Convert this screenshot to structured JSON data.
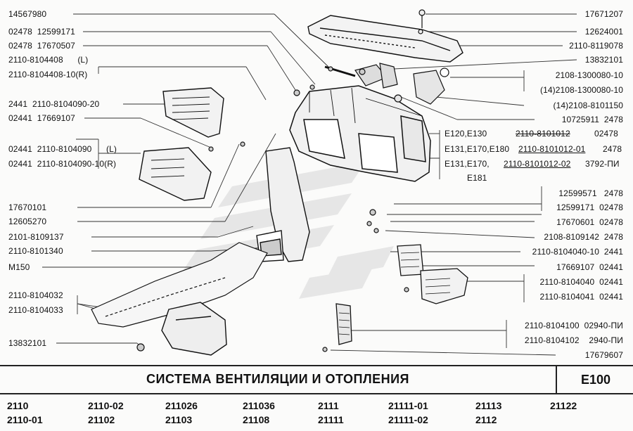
{
  "title": "СИСТЕМА ВЕНТИЛЯЦИИ И ОТОПЛЕНИЯ",
  "section_code": "E100",
  "models": [
    [
      "2110",
      "2110-01"
    ],
    [
      "2110-02",
      "21102"
    ],
    [
      "211026",
      "21103"
    ],
    [
      "211036",
      "21108"
    ],
    [
      "2111",
      "21111"
    ],
    [
      "21111-01",
      "21111-02"
    ],
    [
      "21113",
      "2112"
    ],
    [
      "21122",
      ""
    ]
  ],
  "left_labels": [
    "14567980",
    "02478  12599171",
    "02478  17670507",
    "2110-8104408      (L)",
    "2110-8104408-10(R)",
    "2441  2110-8104090-20",
    "02441  17669107",
    "02441  2110-8104090      (L)",
    "02441  2110-8104090-10(R)",
    "17670101",
    "12605270",
    "2101-8109137",
    "2110-8101340",
    "M150",
    "2110-8104032",
    "2110-8104033",
    "13832101"
  ],
  "right_labels": [
    "17671207",
    "12624001",
    "2110-8119078",
    "13832101",
    "2108-1300080-10",
    "(14)2108-1300080-10",
    "(14)2108-8101150",
    "10725911  2478",
    "12599571   2478",
    "12599171  02478",
    "17670601  02478",
    "2108-8109142  2478",
    "2110-8104040-10  2441",
    "17669107  02441",
    "2110-8104040  02441",
    "2110-8104041  02441",
    "2110-8104100  02940-ПИ",
    "2110-8104102    2940-ПИ",
    "17679607"
  ],
  "heater_variants": [
    {
      "models": "E120,E130",
      "part": "2110-8101012",
      "suffix": "02478"
    },
    {
      "models": "E131,E170,E180",
      "part": "2110-8101012-01",
      "suffix": "2478"
    },
    {
      "models": "E131,E170,",
      "part": "2110-8101012-02",
      "suffix": "3792-ПИ"
    },
    {
      "models": "E181",
      "part": "",
      "suffix": ""
    }
  ]
}
